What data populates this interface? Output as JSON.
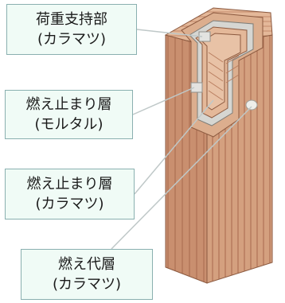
{
  "callouts": [
    {
      "line1": "荷重支持部",
      "line2": "(カラマツ)"
    },
    {
      "line1": "燃え止まり層",
      "line2": "(モルタル)"
    },
    {
      "line1": "燃え止まり層",
      "line2": "(カラマツ)"
    },
    {
      "line1": "燃え代層",
      "line2": "(カラマツ)"
    }
  ],
  "colors": {
    "wood_face": "#c98f6f",
    "wood_light": "#e4b899",
    "wood_dark": "#a8694c",
    "mortar": "#d6d6d2",
    "callout_fill": "#f0fbf6",
    "callout_border": "#8ab0b0"
  }
}
